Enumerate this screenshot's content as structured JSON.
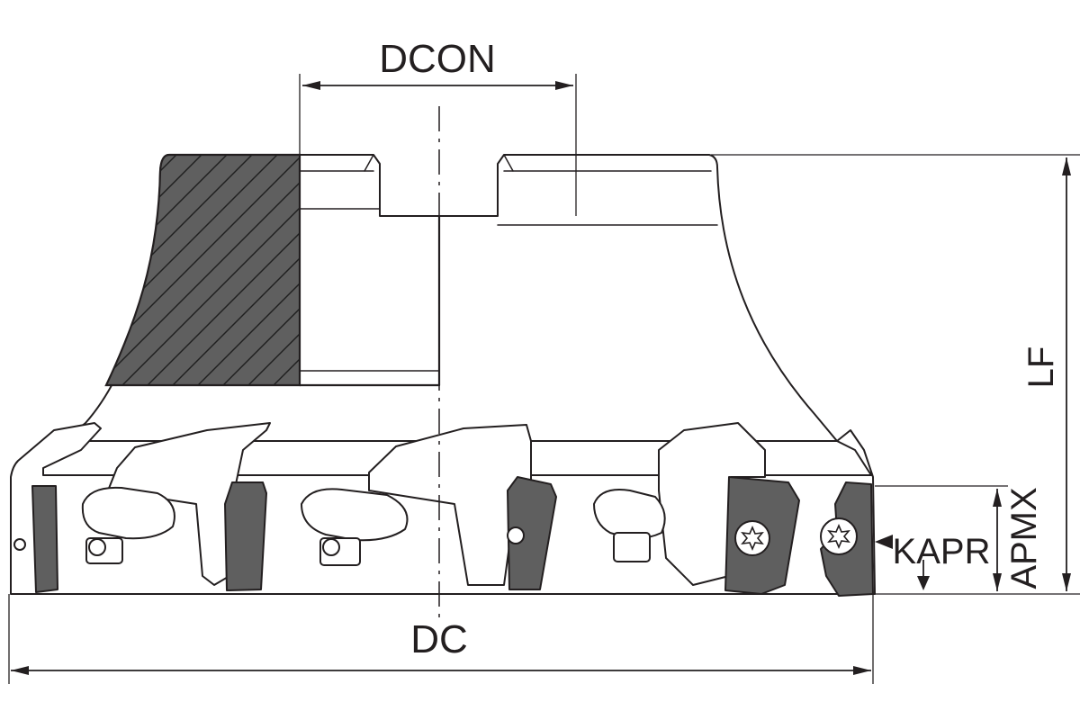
{
  "labels": {
    "dcon": "DCON",
    "dc": "DC",
    "lf": "LF",
    "apmx": "APMX",
    "kapr": "KAPR"
  },
  "colors": {
    "line": "#231f20",
    "section_fill": "#5f5f5f",
    "background": "#ffffff"
  }
}
